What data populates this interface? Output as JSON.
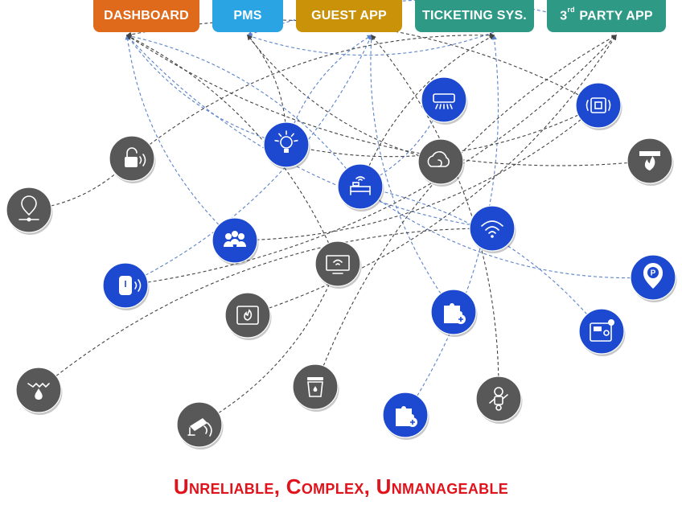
{
  "tabs": [
    {
      "id": "dashboard",
      "label": "DASHBOARD",
      "color": "#e06a1b"
    },
    {
      "id": "pms",
      "label": "PMS",
      "color": "#2aa4e2"
    },
    {
      "id": "guest_app",
      "label": "GUEST APP",
      "color": "#c99208"
    },
    {
      "id": "ticketing",
      "label": "TICKETING SYS.",
      "color": "#2e9a85"
    },
    {
      "id": "third_party",
      "label_prefix": "3",
      "label_sup": "rd",
      "label_rest": " PARTY APP",
      "color": "#2e9a85"
    }
  ],
  "node_style": {
    "blue": "#1c49d0",
    "gray": "#585858",
    "link_dark": "#444444",
    "link_blue": "#5b83c9"
  },
  "nodes": [
    {
      "id": "light",
      "icon": "lightbulb-icon",
      "style": "blue"
    },
    {
      "id": "ac",
      "icon": "air-conditioner-icon",
      "style": "blue"
    },
    {
      "id": "door-panel",
      "icon": "door-sensor-icon",
      "style": "blue"
    },
    {
      "id": "bed",
      "icon": "smart-bed-icon",
      "style": "blue"
    },
    {
      "id": "wifi",
      "icon": "wifi-icon",
      "style": "blue"
    },
    {
      "id": "people",
      "icon": "occupancy-icon",
      "style": "blue"
    },
    {
      "id": "voice",
      "icon": "voice-assistant-icon",
      "style": "blue"
    },
    {
      "id": "plugin-1",
      "icon": "puzzle-plugin-icon",
      "style": "blue"
    },
    {
      "id": "parking",
      "icon": "parking-pin-icon",
      "style": "blue"
    },
    {
      "id": "safe",
      "icon": "safe-box-icon",
      "style": "blue"
    },
    {
      "id": "plugin-2",
      "icon": "puzzle-plugin-icon",
      "style": "blue"
    },
    {
      "id": "lock",
      "icon": "smart-lock-icon",
      "style": "gray"
    },
    {
      "id": "cloud",
      "icon": "cloud-icon",
      "style": "gray"
    },
    {
      "id": "fire",
      "icon": "fire-alarm-icon",
      "style": "gray"
    },
    {
      "id": "location",
      "icon": "location-icon",
      "style": "gray"
    },
    {
      "id": "tv",
      "icon": "smart-tv-icon",
      "style": "gray"
    },
    {
      "id": "heater",
      "icon": "heater-icon",
      "style": "gray"
    },
    {
      "id": "leak",
      "icon": "water-leak-icon",
      "style": "gray"
    },
    {
      "id": "bin",
      "icon": "trash-bin-icon",
      "style": "gray"
    },
    {
      "id": "robot",
      "icon": "robot-icon",
      "style": "gray"
    },
    {
      "id": "camera",
      "icon": "security-camera-icon",
      "style": "gray"
    }
  ],
  "links": [
    {
      "from": "dashboard",
      "to": "light",
      "style": "blue"
    },
    {
      "from": "dashboard",
      "to": "bed",
      "style": "blue"
    },
    {
      "from": "dashboard",
      "to": "people",
      "style": "blue"
    },
    {
      "from": "dashboard",
      "to": "tv",
      "style": "dark"
    },
    {
      "from": "dashboard",
      "to": "wifi",
      "style": "blue"
    },
    {
      "from": "dashboard",
      "to": "door-panel",
      "style": "dark"
    },
    {
      "from": "pms",
      "to": "ticketing",
      "style": "blue"
    },
    {
      "from": "pms",
      "to": "third_party",
      "style": "blue"
    },
    {
      "from": "pms",
      "to": "cloud",
      "style": "dark"
    },
    {
      "from": "pms",
      "to": "light",
      "style": "dark"
    },
    {
      "from": "guest_app",
      "to": "light",
      "style": "blue"
    },
    {
      "from": "guest_app",
      "to": "voice",
      "style": "blue"
    },
    {
      "from": "guest_app",
      "to": "plugin-1",
      "style": "blue"
    },
    {
      "from": "guest_app",
      "to": "robot",
      "style": "dark"
    },
    {
      "from": "ticketing",
      "to": "lock",
      "style": "dark"
    },
    {
      "from": "ticketing",
      "to": "plugin-2",
      "style": "blue"
    },
    {
      "from": "ticketing",
      "to": "bed",
      "style": "dark"
    },
    {
      "from": "third_party",
      "to": "voice",
      "style": "dark"
    },
    {
      "from": "third_party",
      "to": "bin",
      "style": "dark"
    },
    {
      "from": "third_party",
      "to": "heater",
      "style": "dark"
    },
    {
      "from": "dashboard",
      "to": "fire",
      "style": "dark"
    },
    {
      "from": "lock",
      "to": "location",
      "style": "dark"
    },
    {
      "from": "light",
      "to": "door-panel",
      "style": "dark"
    },
    {
      "from": "ac",
      "to": "bed",
      "style": "blue"
    },
    {
      "from": "bed",
      "to": "parking",
      "style": "blue"
    },
    {
      "from": "bed",
      "to": "safe",
      "style": "blue"
    },
    {
      "from": "wifi",
      "to": "leak",
      "style": "dark"
    },
    {
      "from": "tv",
      "to": "camera",
      "style": "dark"
    },
    {
      "from": "people",
      "to": "door-panel",
      "style": "dark"
    }
  ],
  "caption": "Unreliable, Complex, Unmanageable"
}
